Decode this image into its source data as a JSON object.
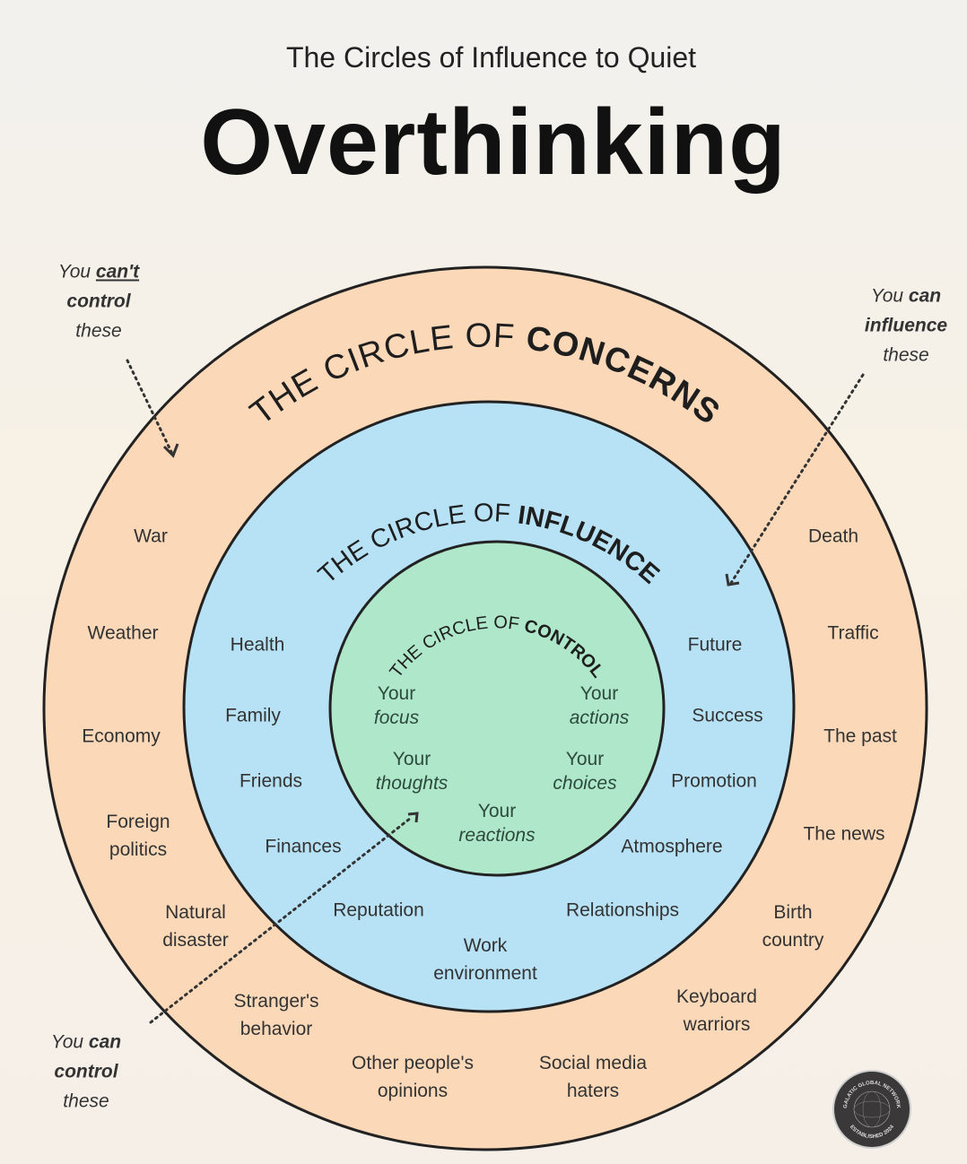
{
  "header": {
    "subtitle": "The Circles of Influence to Quiet",
    "title": "Overthinking"
  },
  "circles": {
    "concerns": {
      "title_prefix": "THE CIRCLE OF ",
      "title_bold": "CONCERNS",
      "color": "#fad8b8",
      "items": [
        "War",
        "Weather",
        "Economy",
        "Foreign politics",
        "Natural disaster",
        "Stranger's behavior",
        "Other people's opinions",
        "Social media haters",
        "Keyboard warriors",
        "Birth country",
        "The news",
        "The past",
        "Traffic",
        "Death"
      ]
    },
    "influence": {
      "title_prefix": "THE CIRCLE OF ",
      "title_bold": "INFLUENCE",
      "color": "#b7e2f5",
      "items": [
        "Health",
        "Family",
        "Friends",
        "Finances",
        "Reputation",
        "Work environment",
        "Relationships",
        "Atmosphere",
        "Promotion",
        "Success",
        "Future"
      ]
    },
    "control": {
      "title_prefix": "THE CIRCLE OF ",
      "title_bold": "CONTROL",
      "color": "#aee7c9",
      "items": [
        {
          "line1": "Your",
          "line2": "focus"
        },
        {
          "line1": "Your",
          "line2": "actions"
        },
        {
          "line1": "Your",
          "line2": "thoughts"
        },
        {
          "line1": "Your",
          "line2": "choices"
        },
        {
          "line1": "Your",
          "line2": "reactions"
        }
      ]
    }
  },
  "notes": {
    "cant_control": {
      "l1a": "You ",
      "l1b": "can't",
      "l2": "control",
      "l3": "these"
    },
    "can_influence": {
      "l1a": "You ",
      "l1b": "can",
      "l2": "influence",
      "l3": "these"
    },
    "can_control": {
      "l1a": "You ",
      "l1b": "can",
      "l2": "control",
      "l3": "these"
    }
  },
  "badge": {
    "text_top": "GALATIC GLOBAL NETWORK",
    "text_bottom": "ESTABLISHED 2024"
  }
}
